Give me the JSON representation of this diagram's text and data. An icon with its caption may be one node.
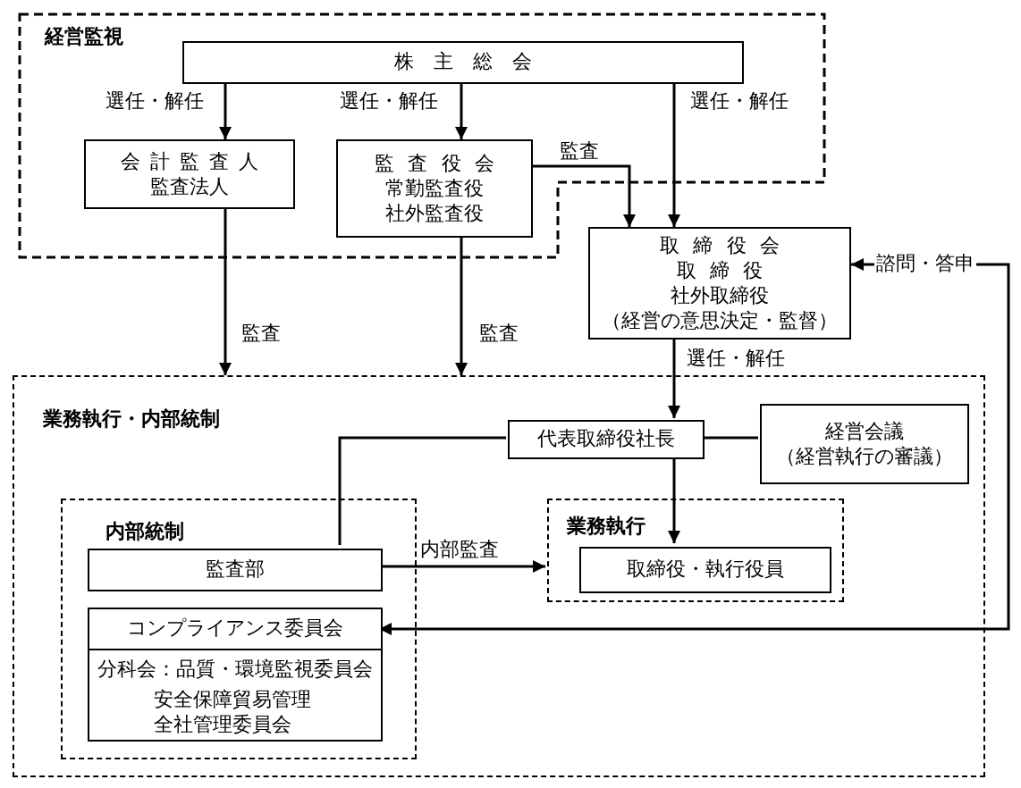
{
  "diagram": {
    "nodes": [
      {
        "text": [
          "経営監視"
        ]
      },
      {
        "text": [
          "株主総会"
        ],
        "in": 0
      },
      {
        "text": [
          "会計監査人",
          "監査法人"
        ],
        "in": 0
      },
      {
        "text": [
          "監査役会",
          "常勤監査役",
          "社外監査役"
        ],
        "in": 0
      },
      {
        "text": [
          "取締役会",
          "取締役",
          "社外取締役",
          "（経営の意思決定・監督）"
        ]
      },
      {
        "text": [
          "業務執行・内部統制"
        ]
      },
      {
        "text": [
          "代表取締役社長"
        ],
        "in": 5
      },
      {
        "text": [
          "経営会議",
          "（経営執行の審議）"
        ],
        "in": 5
      },
      {
        "text": [
          "内部統制"
        ],
        "in": 5
      },
      {
        "text": [
          "監査部"
        ],
        "in": 8
      },
      {
        "text": [
          "コンプライアンス委員会",
          "分科会：品質・環境監視委員会",
          "安全保障貿易管理全社管理委員会"
        ],
        "in": 8
      },
      {
        "text": [
          "業務執行"
        ],
        "in": 5
      },
      {
        "text": [
          "取締役・執行役員"
        ],
        "in": 11
      }
    ],
    "edges": [
      {
        "from": 1,
        "to": 2,
        "arrow": "to",
        "label": "選任・解任"
      },
      {
        "from": 1,
        "to": 3,
        "arrow": "to",
        "label": "選任・解任"
      },
      {
        "from": 1,
        "to": 4,
        "arrow": "to",
        "label": "選任・解任"
      },
      {
        "from": 3,
        "to": 4,
        "arrow": "to",
        "label": "監査"
      },
      {
        "from": 2,
        "to": 5,
        "arrow": "to",
        "label": "監査"
      },
      {
        "from": 3,
        "to": 5,
        "arrow": "to",
        "label": "監査"
      },
      {
        "from": 4,
        "to": 6,
        "arrow": "to",
        "label": "選任・解任"
      },
      {
        "from": 6,
        "to": 7,
        "arrow": "none"
      },
      {
        "from": 6,
        "to": 12,
        "arrow": "to"
      },
      {
        "from": 6,
        "to": 9,
        "arrow": "none"
      },
      {
        "from": 9,
        "to": 11,
        "arrow": "to",
        "label": "内部監査"
      },
      {
        "from": 10,
        "to": 4,
        "arrow": "both",
        "label": "諮問・答申"
      }
    ]
  }
}
